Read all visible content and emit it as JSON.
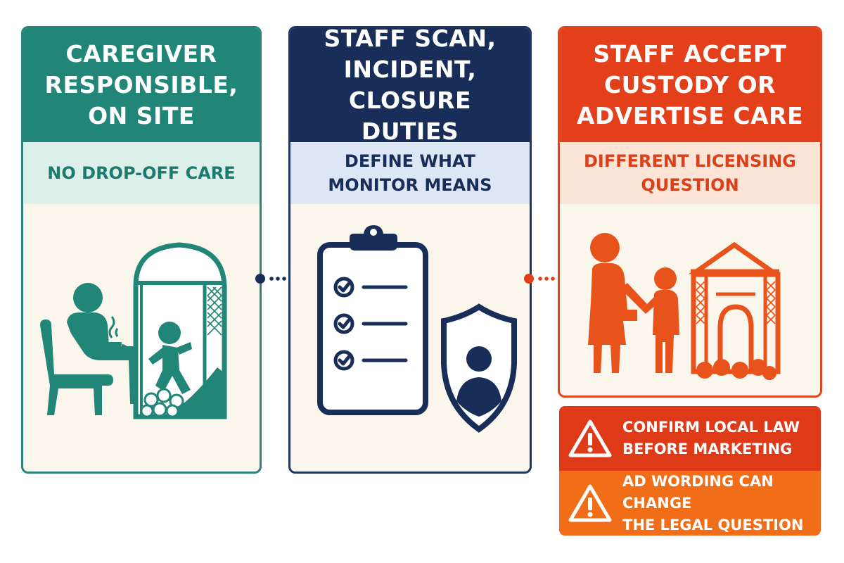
{
  "cards": [
    {
      "title": "CAREGIVER\nRESPONSIBLE,\nON SITE",
      "subtitle": "NO DROP-OFF CARE",
      "icon": "caregiver-watching-child-play-icon",
      "color": "#218577"
    },
    {
      "title": "STAFF SCAN,\nINCIDENT, CLOSURE\nDUTIES",
      "subtitle": "DEFINE WHAT\nMONITOR MEANS",
      "icon": "clipboard-checklist-shield-icon",
      "color": "#182e58"
    },
    {
      "title": "STAFF ACCEPT\nCUSTODY OR\nADVERTISE CARE",
      "subtitle": "DIFFERENT LICENSING\nQUESTION",
      "icon": "staff-handoff-play-structure-icon",
      "color": "#e23f1a"
    }
  ],
  "warnings": [
    {
      "text": "CONFIRM LOCAL LAW\nBEFORE MARKETING",
      "icon": "warning-triangle-icon",
      "color": "#de3a18"
    },
    {
      "text": "AD WORDING CAN CHANGE\nTHE LEGAL QUESTION",
      "icon": "warning-triangle-icon",
      "color": "#f16d17"
    }
  ]
}
